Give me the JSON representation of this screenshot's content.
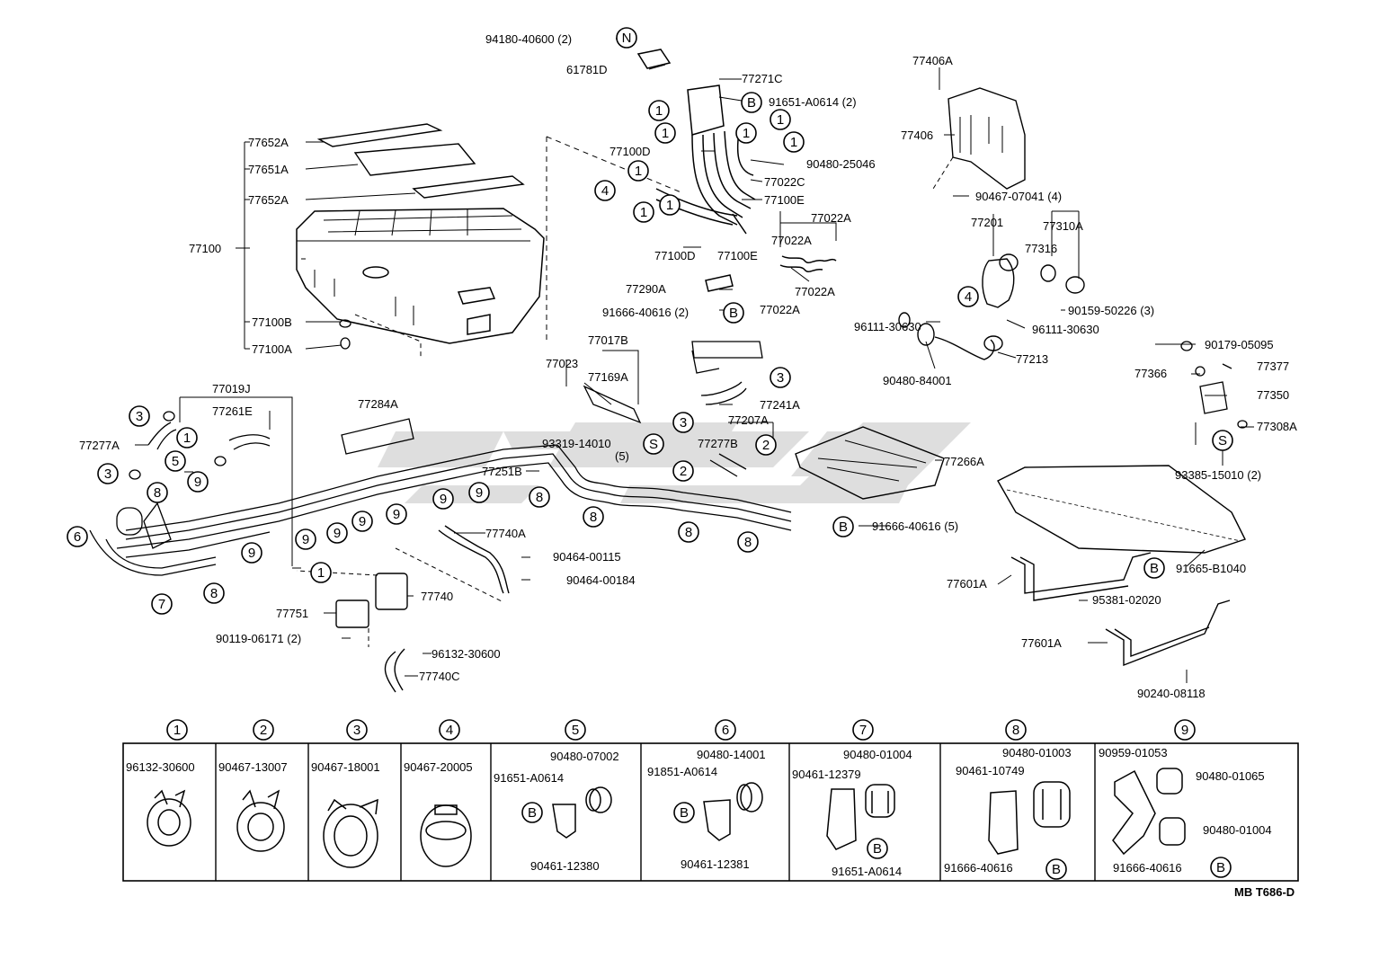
{
  "diagram": {
    "labels": {
      "p94180": "94180-40600 (2)",
      "p61781D": "61781D",
      "p77271C": "77271C",
      "p91651a": "91651-A0614 (2)",
      "p77100D_top": "77100D",
      "p90480_25046": "90480-25046",
      "p77022C": "77022C",
      "p77100E_top": "77100E",
      "p77022A_1": "77022A",
      "p77022A_2": "77022A",
      "p77022A_3": "77022A",
      "p77022A_4": "77022A",
      "p77100D_bot": "77100D",
      "p77100E_bot": "77100E",
      "p77290A": "77290A",
      "p91666_40616_2": "91666-40616 (2)",
      "p77406A": "77406A",
      "p77406": "77406",
      "p90467_07041": "90467-07041 (4)",
      "p77201": "77201",
      "p77310A": "77310A",
      "p77316": "77316",
      "p90159": "90159-50226 (3)",
      "p96111_a": "96111-30630",
      "p96111_b": "96111-30630",
      "p90480_84001": "90480-84001",
      "p77213": "77213",
      "p77652A_1": "77652A",
      "p77651A": "77651A",
      "p77652A_2": "77652A",
      "p77100": "77100",
      "p77100B": "77100B",
      "p77100A": "77100A",
      "p77017B": "77017B",
      "p77023": "77023",
      "p77169A": "77169A",
      "p77241A": "77241A",
      "p77207A": "77207A",
      "p93319": "93319-14010",
      "p93319_qty": "(5)",
      "p77277B": "77277B",
      "p77251B": "77251B",
      "p77284A": "77284A",
      "p77019J": "77019J",
      "p77261E": "77261E",
      "p77277A": "77277A",
      "p77266A": "77266A",
      "p91666_40616_5": "91666-40616 (5)",
      "p90179": "90179-05095",
      "p77366": "77366",
      "p77377": "77377",
      "p77350": "77350",
      "p77308A": "77308A",
      "p93385": "93385-15010 (2)",
      "p91665": "91665-B1040",
      "p77601A_1": "77601A",
      "p95381": "95381-02020",
      "p77601A_2": "77601A",
      "p90240": "90240-08118",
      "p77740A": "77740A",
      "p90464_115": "90464-00115",
      "p90464_184": "90464-00184",
      "p77740": "77740",
      "p77751": "77751",
      "p90119": "90119-06171 (2)",
      "p96132_30600": "96132-30600",
      "p77740C": "77740C"
    },
    "markers": {
      "n": "N",
      "b": "B",
      "s": "S",
      "c1": "1",
      "c2": "2",
      "c3": "3",
      "c4": "4",
      "c5": "5",
      "c6": "6",
      "c7": "7",
      "c8": "8",
      "c9": "9"
    },
    "legend": {
      "headers": [
        "1",
        "2",
        "3",
        "4",
        "5",
        "6",
        "7",
        "8",
        "9"
      ],
      "cell1": "96132-30600",
      "cell2": "90467-13007",
      "cell3": "90467-18001",
      "cell4": "90467-20005",
      "cell5": {
        "a": "90480-07002",
        "b": "91651-A0614",
        "c": "90461-12380"
      },
      "cell6": {
        "a": "90480-14001",
        "b": "91851-A0614",
        "c": "90461-12381"
      },
      "cell7": {
        "a": "90480-01004",
        "b": "90461-12379",
        "c": "91651-A0614"
      },
      "cell8": {
        "a": "90480-01003",
        "b": "90461-10749",
        "c": "91666-40616"
      },
      "cell9": {
        "a": "90959-01053",
        "b": "90480-01065",
        "c": "90480-01004",
        "d": "91666-40616"
      }
    },
    "code": "MB T686-D"
  }
}
